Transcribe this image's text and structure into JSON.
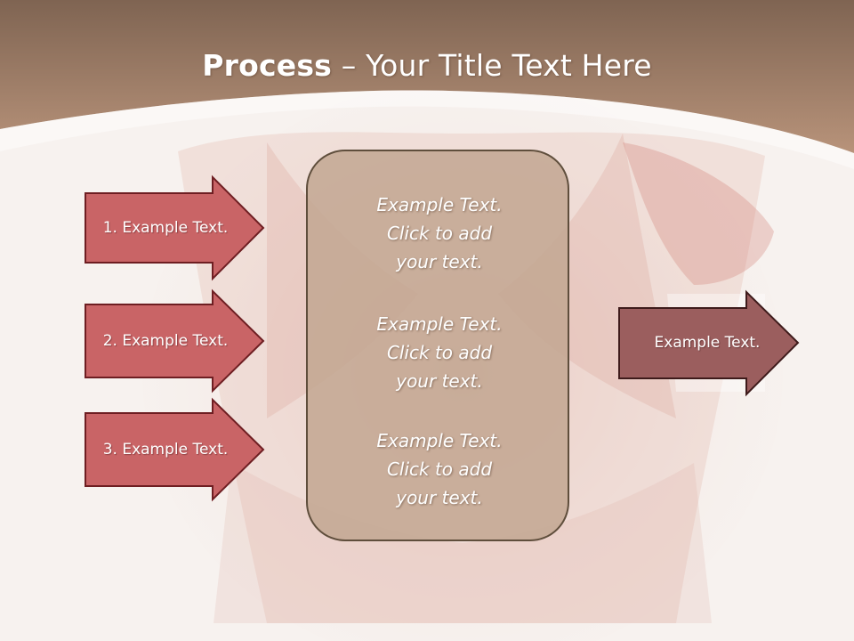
{
  "slide": {
    "title_bold": "Process",
    "title_rest": " – Your Title Text Here",
    "left_arrows": [
      {
        "label": "1. Example Text."
      },
      {
        "label": "2. Example Text."
      },
      {
        "label": "3. Example Text."
      }
    ],
    "center_blocks": [
      {
        "lines": [
          "Example Text.",
          "Click  to add",
          "your text."
        ]
      },
      {
        "lines": [
          "Example Text.",
          "Click  to add",
          "your text."
        ]
      },
      {
        "lines": [
          "Example Text.",
          "Click  to add",
          "your text."
        ]
      }
    ],
    "right_arrow": {
      "label": "Example Text."
    }
  },
  "colors": {
    "header_top": "#7f6452",
    "header_bottom": "#b8937a",
    "arrow_red": "#c96466",
    "arrow_border": "#6e1e22",
    "arrow_right": "#9b5e5e",
    "center_box": "#c2a692"
  }
}
